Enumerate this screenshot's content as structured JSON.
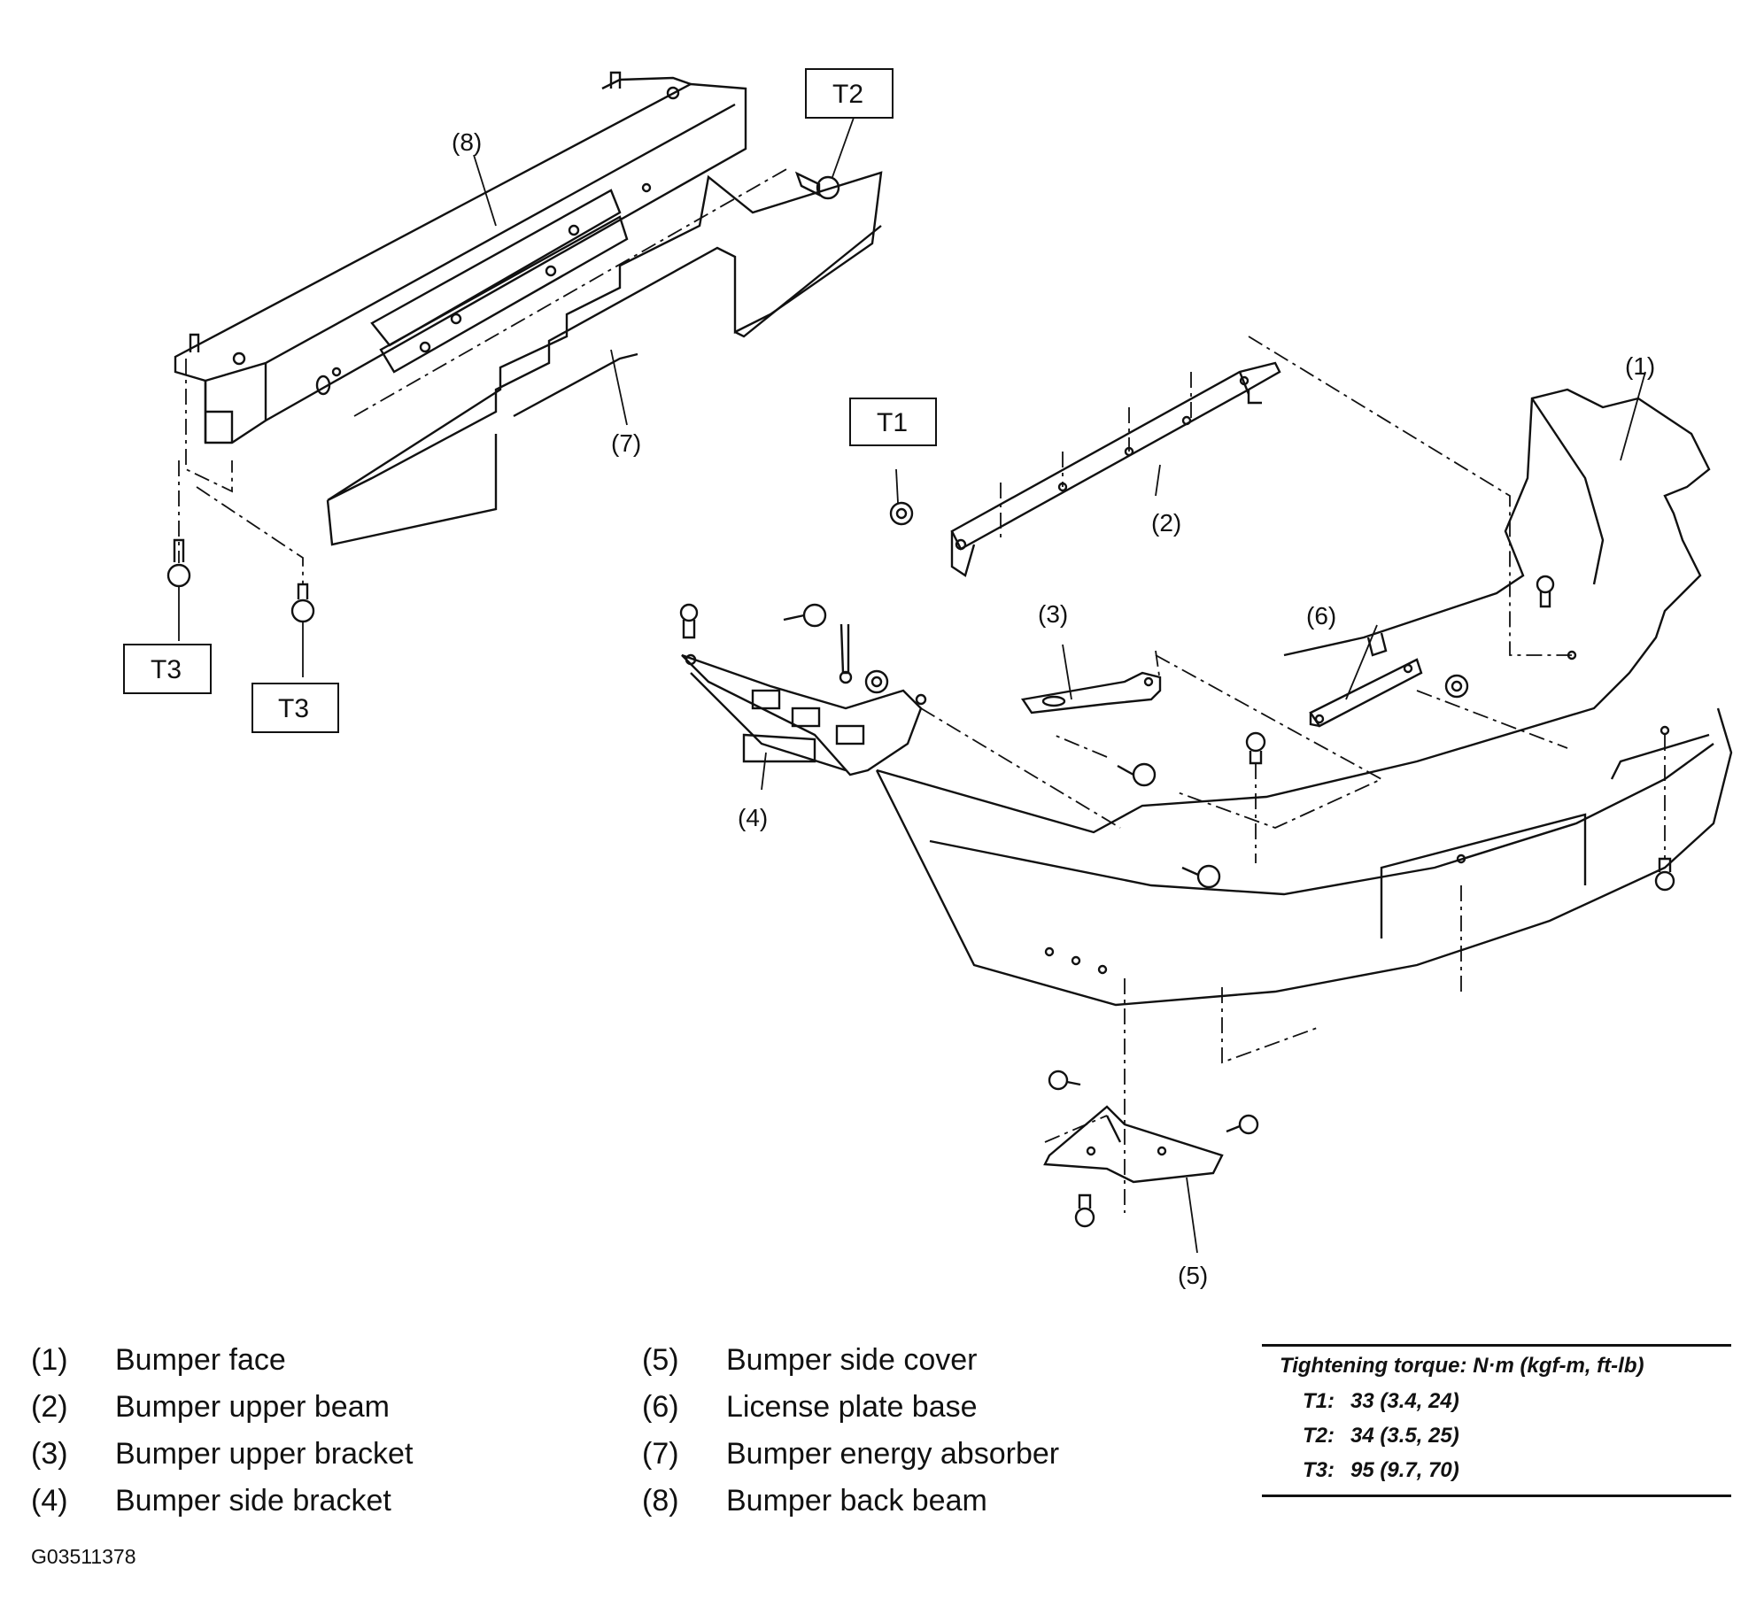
{
  "callouts": [
    {
      "num": "(1)"
    },
    {
      "num": "(2)"
    },
    {
      "num": "(3)"
    },
    {
      "num": "(4)"
    },
    {
      "num": "(5)"
    },
    {
      "num": "(6)"
    },
    {
      "num": "(7)"
    },
    {
      "num": "(8)"
    }
  ],
  "torque_boxes": {
    "t1": "T1",
    "t2": "T2",
    "t3": "T3"
  },
  "legend": {
    "left": [
      {
        "num": "(1)",
        "label": "Bumper face"
      },
      {
        "num": "(2)",
        "label": "Bumper upper beam"
      },
      {
        "num": "(3)",
        "label": "Bumper upper bracket"
      },
      {
        "num": "(4)",
        "label": "Bumper side bracket"
      }
    ],
    "right": [
      {
        "num": "(5)",
        "label": "Bumper side cover"
      },
      {
        "num": "(6)",
        "label": "License plate base"
      },
      {
        "num": "(7)",
        "label": "Bumper energy absorber"
      },
      {
        "num": "(8)",
        "label": "Bumper back beam"
      }
    ]
  },
  "torque_table": {
    "heading": "Tightening torque: N·m (kgf-m, ft-lb)",
    "rows": [
      {
        "key": "T1:",
        "value": "33 (3.4, 24)"
      },
      {
        "key": "T2:",
        "value": "34 (3.5, 25)"
      },
      {
        "key": "T3:",
        "value": "95 (9.7, 70)"
      }
    ]
  },
  "figure_id": "G03511378"
}
